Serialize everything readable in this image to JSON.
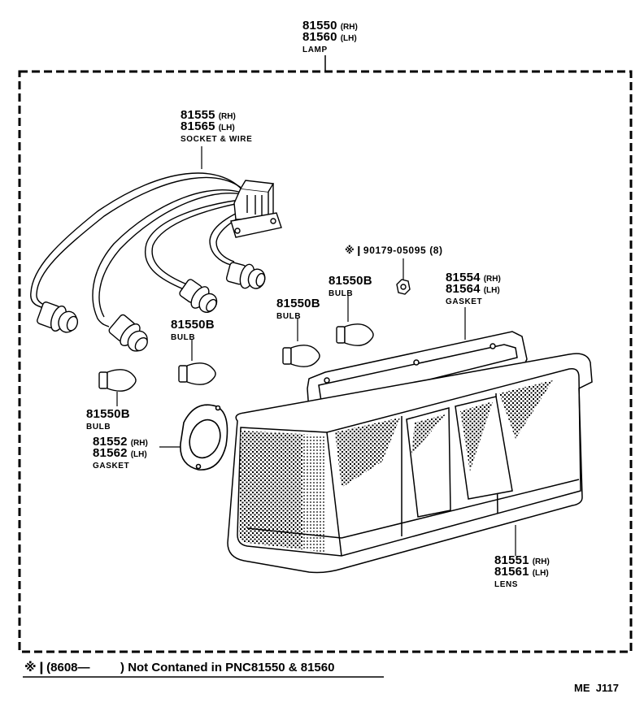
{
  "lamp": {
    "rh": "81550",
    "rh_side": "(RH)",
    "lh": "81560",
    "lh_side": "(LH)",
    "desc": "LAMP"
  },
  "socket_wire": {
    "rh": "81555",
    "rh_side": "(RH)",
    "lh": "81565",
    "lh_side": "(LH)",
    "desc": "SOCKET & WIRE"
  },
  "screw": {
    "text": "※❙90179-05095 (8)"
  },
  "bulb_top_right": {
    "num": "81550B",
    "desc": "BULB"
  },
  "bulb_mid_right": {
    "num": "81550B",
    "desc": "BULB"
  },
  "bulb_mid_left": {
    "num": "81550B",
    "desc": "BULB"
  },
  "bulb_left": {
    "num": "81550B",
    "desc": "BULB"
  },
  "gasket_main": {
    "rh": "81554",
    "rh_side": "(RH)",
    "lh": "81564",
    "lh_side": "(LH)",
    "desc": "GASKET"
  },
  "gasket_small": {
    "rh": "81552",
    "rh_side": "(RH)",
    "lh": "81562",
    "lh_side": "(LH)",
    "desc": "GASKET"
  },
  "lens": {
    "rh": "81551",
    "rh_side": "(RH)",
    "lh": "81561",
    "lh_side": "(LH)",
    "desc": "LENS"
  },
  "footnote": {
    "mark": "※❙",
    "text": "(8608—         ) Not Contaned in PNC81550 & 81560"
  },
  "ref_code": "ME  J117"
}
